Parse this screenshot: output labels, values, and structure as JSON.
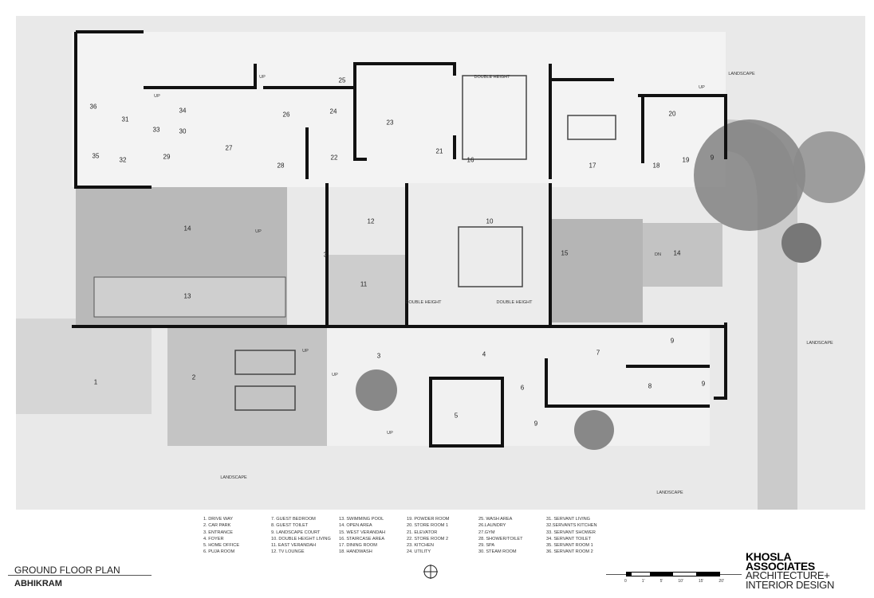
{
  "rooms": [
    "1",
    "2",
    "3",
    "3",
    "4",
    "5",
    "6",
    "7",
    "8",
    "9",
    "9",
    "9",
    "9",
    "10",
    "11",
    "12",
    "13",
    "14",
    "14",
    "15",
    "16",
    "17",
    "18",
    "19",
    "20",
    "21",
    "22",
    "23",
    "24",
    "25",
    "26",
    "27",
    "28",
    "29",
    "30",
    "31",
    "32",
    "33",
    "34",
    "35",
    "36"
  ],
  "annotations": {
    "up": "UP",
    "dn": "DN",
    "double_height": "DOUBLE HEIGHT",
    "landscape": "LANDSCAPE"
  },
  "legend": [
    "1. DRIVE WAY",
    "2. CAR PARK",
    "3. ENTRANCE",
    "4. FOYER",
    "5. HOME OFFICE",
    "6. PUJA ROOM",
    "7. GUEST BEDROOM",
    "8. GUEST TOILET",
    "9. LANDSCAPE COURT",
    "10. DOUBLE HEIGHT LIVING",
    "11. EAST VERANDAH",
    "12. TV LOUNGE",
    "13. SWIMMING POOL",
    "14. OPEN AREA",
    "15. WEST VERANDAH",
    "16. STAIRCASE AREA",
    "17. DINING ROOM",
    "18. HANDWASH",
    "19. POWDER ROOM",
    "20. STORE ROOM 1",
    "21. ELEVATOR",
    "22. STORE ROOM 2",
    "23. KITCHEN",
    "24. UTILITY",
    "25. WASH AREA",
    "26.LAUNDRY",
    "27.GYM",
    "28. SHOWER/TOILET",
    "29. SPA",
    "30. STEAM ROOM",
    "31. SERVANT LIVING",
    "32.SERVANTS KITCHEN",
    "33. SERVANT SHOWER",
    "34. SERVANT TOILET",
    "35. SERVANT ROOM 1",
    "36. SERVANT ROOM 2"
  ],
  "footer": {
    "plan_title": "GROUND FLOOR PLAN",
    "project": "ABHIKRAM",
    "scale_ticks": [
      "0",
      "1'",
      "5'",
      "10'",
      "15'",
      "20'"
    ]
  },
  "logo": {
    "line1": "KHOSLA",
    "line2": "ASSOCIATES",
    "line3": "ARCHITECTURE+",
    "line4": "INTERIOR DESIGN"
  }
}
